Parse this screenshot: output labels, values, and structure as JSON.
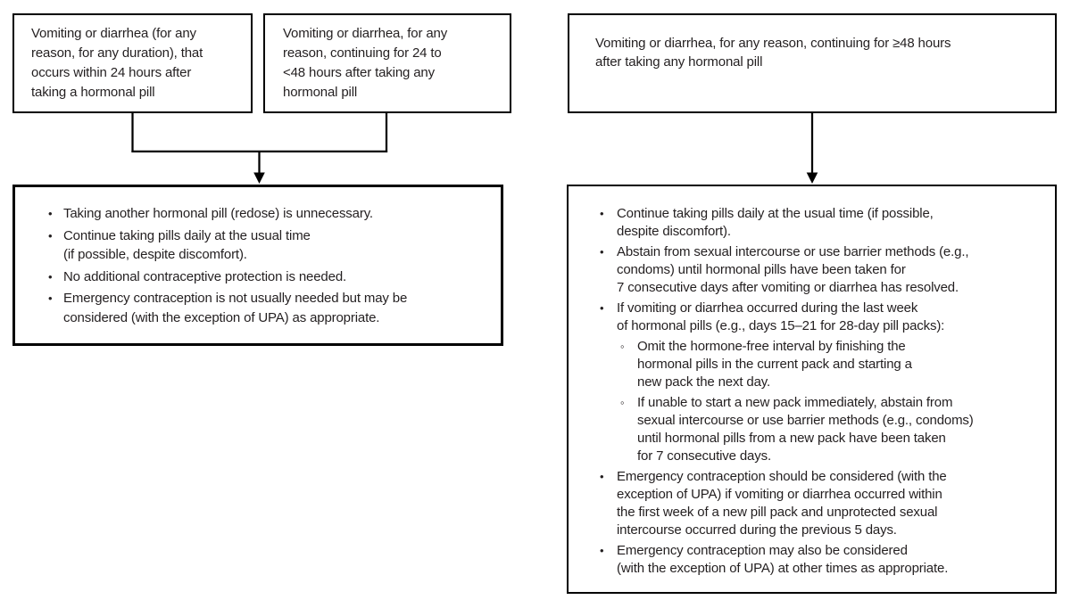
{
  "palette": {
    "background": "#ffffff",
    "box_border": "#000000",
    "text": "#231f20",
    "connector": "#000000"
  },
  "figure": {
    "bullet_char": "•",
    "sub_bullet_char": "◦"
  },
  "conditions": {
    "within24": {
      "text": "Vomiting or diarrhea (for any\nreason, for any duration), that\noccurs within 24 hours after\ntaking a hormonal pill"
    },
    "h24to48": {
      "text": "Vomiting or diarrhea, for any\nreason, continuing for 24 to\n<48 hours after taking any\nhormonal pill"
    },
    "h48plus": {
      "text": "Vomiting or diarrhea, for any reason, continuing for ≥48 hours\nafter taking any hormonal pill"
    }
  },
  "outcomes": {
    "left": {
      "items": [
        {
          "text": "Taking another hormonal pill (redose) is unnecessary."
        },
        {
          "text": "Continue taking pills daily at the usual time\n(if possible, despite discomfort)."
        },
        {
          "text": "No additional contraceptive protection is needed."
        },
        {
          "text": "Emergency contraception is not usually needed but may be\nconsidered (with the exception of UPA) as appropriate."
        }
      ]
    },
    "right": {
      "items": [
        {
          "text": "Continue taking pills daily at the usual time (if possible,\ndespite discomfort)."
        },
        {
          "text": "Abstain from sexual intercourse or use barrier methods (e.g.,\ncondoms) until hormonal pills have been taken for\n7 consecutive days after vomiting or diarrhea has resolved."
        },
        {
          "text": "If vomiting or diarrhea occurred during the last week\nof hormonal pills (e.g., days 15–21 for 28-day pill packs):",
          "subitems": [
            {
              "text": "Omit the hormone-free interval by finishing the\nhormonal pills in the current pack and starting a\nnew pack the next day."
            },
            {
              "text": "If unable to start a new pack immediately, abstain from\nsexual intercourse or use barrier methods (e.g., condoms)\nuntil hormonal pills from a new pack have been taken\nfor 7 consecutive days."
            }
          ]
        },
        {
          "text": "Emergency contraception should be considered (with the\nexception of UPA) if vomiting or diarrhea occurred within\nthe first week of a new pill pack and unprotected sexual\nintercourse occurred during the previous 5 days."
        },
        {
          "text": "Emergency contraception may also be considered\n(with the exception of UPA) at other times as appropriate."
        }
      ]
    }
  }
}
